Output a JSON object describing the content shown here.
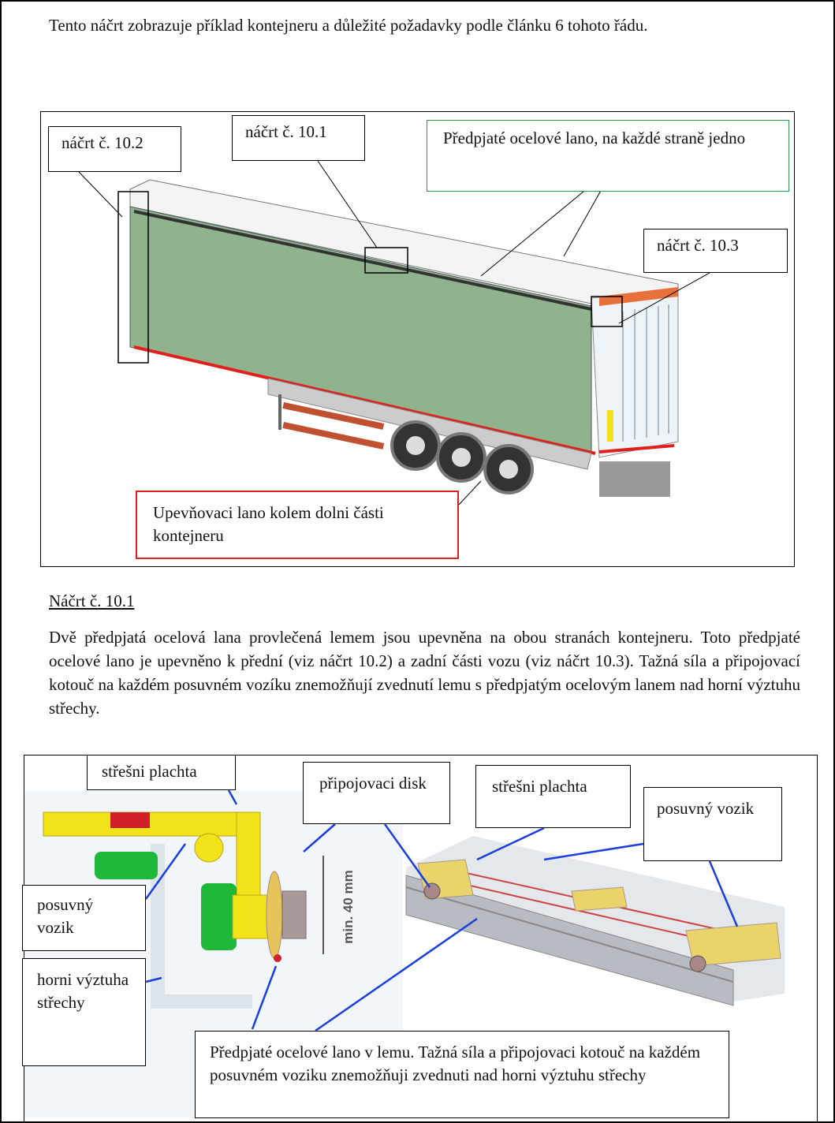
{
  "intro": "Tento náčrt zobrazuje příklad kontejneru a důležité požadavky podle článku 6 tohoto řádu.",
  "figure1": {
    "callout_10_2": "náčrt č. 10.2",
    "callout_10_1": "náčrt č. 10.1",
    "callout_cable": "Předpjaté ocelové lano, na každé straně jedno",
    "callout_10_3": "náčrt č. 10.3",
    "callout_bottom_rope": "Upevňovaci lano kolem dolni části kontejneru"
  },
  "section": {
    "heading": "Náčrt č. 10.1",
    "paragraph": "Dvě předpjatá ocelová lana provlečená lemem jsou upevněna na obou stranách kontejneru. Toto předpjaté ocelové lano je upevněno k přední (viz náčrt 10.2) a zadní části vozu (viz náčrt 10.3). Tažná síla a připojovací kotouč na každém posuvném vozíku znemožňují zvednutí lemu s předpjatým ocelovým lanem nad horní výztuhu střechy."
  },
  "figure2": {
    "roof_tarp_left": "střešni plachta",
    "connecting_disk": "připojovaci disk",
    "roof_tarp_right": "střešni plachta",
    "sliding_carriage_right": "posuvný vozik",
    "sliding_carriage_left": "posuvný vozik",
    "roof_reinforcement": "horni výztuha střechy",
    "dimension": "min. 40 mm",
    "caption": "Předpjaté ocelové lano v lemu. Tažná síla a připojovaci kotouč na každém posuvném voziku znemožňuji zvednuti nad horni výztuhu střechy"
  },
  "colors": {
    "tarp": "#8fb38c",
    "red": "#e0201c",
    "green_box": "#2a9a4a",
    "arrow": "#1a3fe0",
    "yellow": "#f2e21a"
  }
}
